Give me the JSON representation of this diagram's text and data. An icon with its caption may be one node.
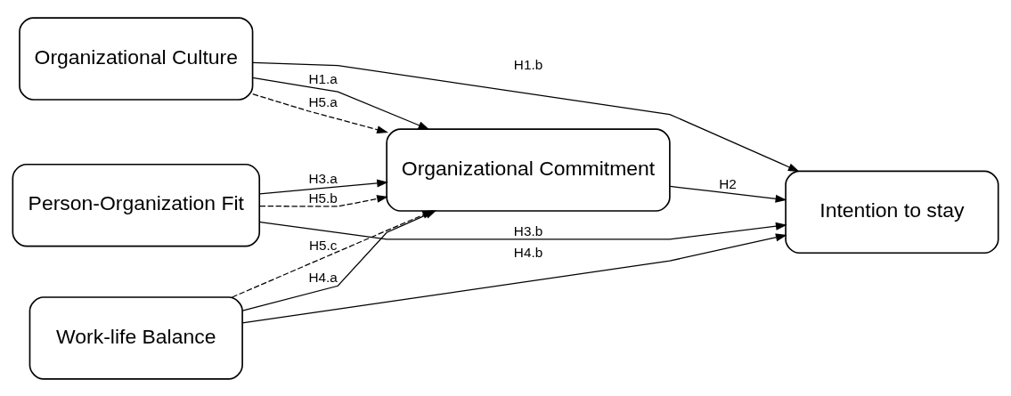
{
  "diagram": {
    "nodes": [
      {
        "text": [
          "Organizational Culture"
        ]
      },
      {
        "text": [
          "Person-Organization Fit"
        ]
      },
      {
        "text": [
          "Work-life Balance"
        ]
      },
      {
        "text": [
          "Organizational Commitment"
        ]
      },
      {
        "text": [
          "Intention to stay"
        ]
      }
    ],
    "edges": [
      {
        "from": 0,
        "to": 4,
        "arrow": "to",
        "label": "H1.b"
      },
      {
        "from": 0,
        "to": 3,
        "arrow": "to",
        "label": "H1.a"
      },
      {
        "from": 0,
        "to": 3,
        "arrow": "to",
        "label": "H5.a",
        "style": "dashed"
      },
      {
        "from": 1,
        "to": 3,
        "arrow": "to",
        "label": "H5.b",
        "style": "dashed"
      },
      {
        "from": 3,
        "to": 4,
        "arrow": "to",
        "label": "H2"
      },
      {
        "from": 1,
        "to": 3,
        "arrow": "to",
        "label": "H3.a"
      },
      {
        "from": 2,
        "to": 3,
        "arrow": "to",
        "label": "H5.c",
        "style": "dashed"
      },
      {
        "from": 1,
        "to": 4,
        "arrow": "to",
        "label": "H3.b"
      },
      {
        "from": 2,
        "to": 3,
        "arrow": "to",
        "label": "H4.a"
      },
      {
        "from": 2,
        "to": 4,
        "arrow": "to",
        "label": "H4.b"
      }
    ]
  }
}
